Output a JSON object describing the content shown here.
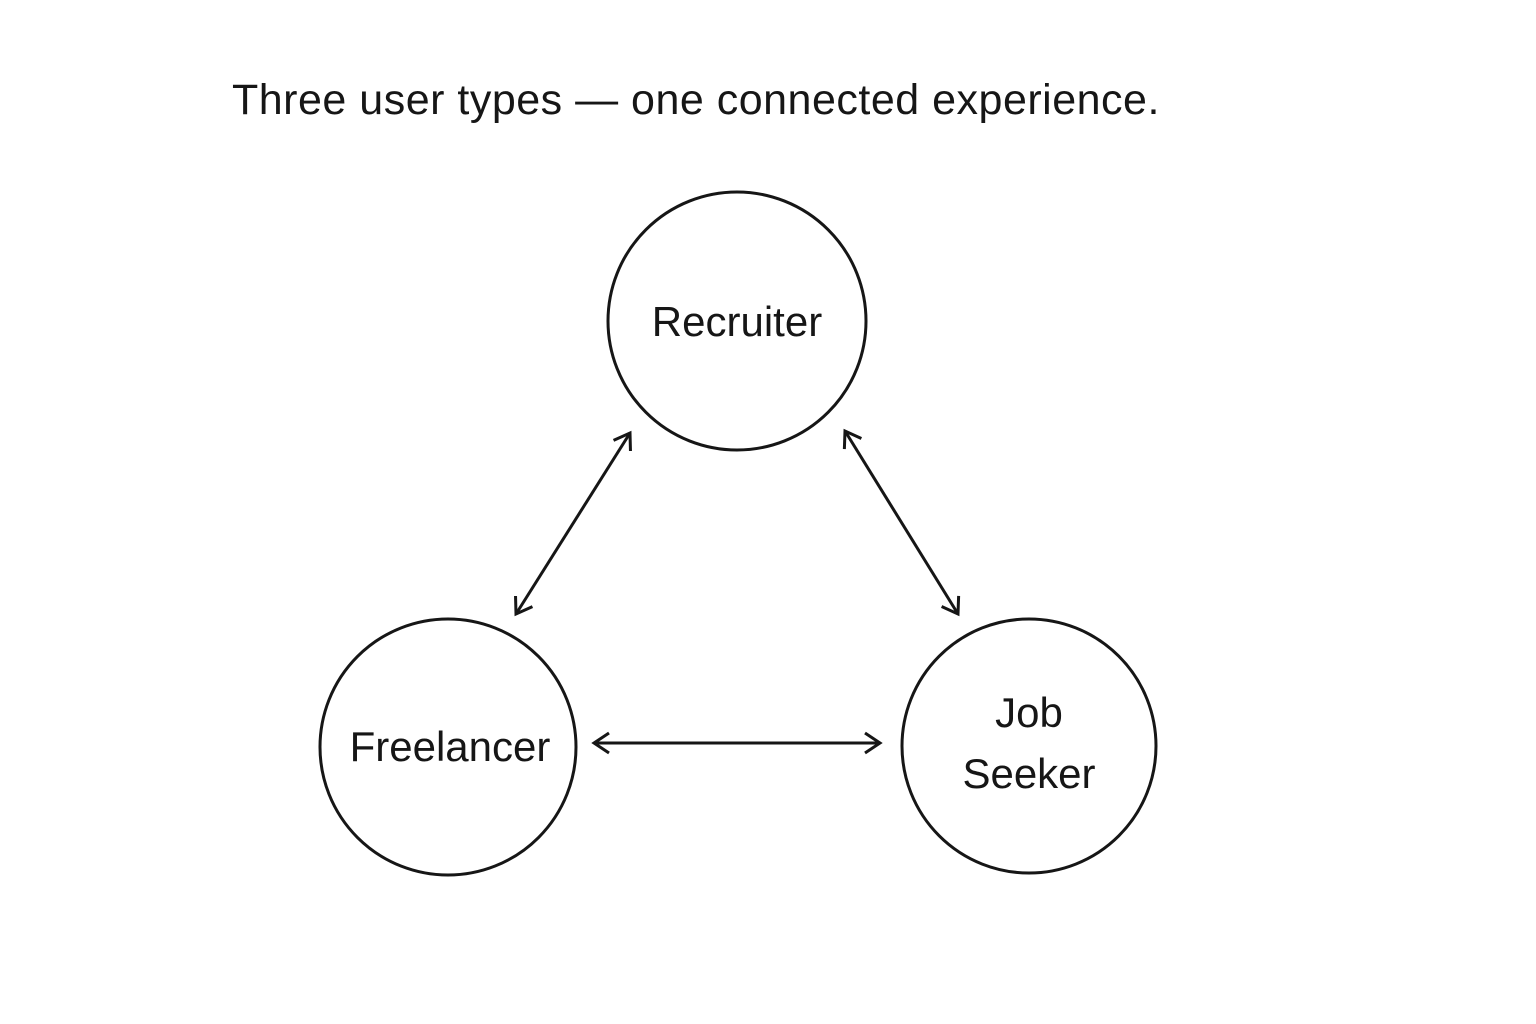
{
  "title": "Three user types — one connected experience.",
  "colors": {
    "background": "#ffffff",
    "stroke": "#161616",
    "text": "#161616"
  },
  "diagram": {
    "nodes": [
      {
        "id": "recruiter",
        "lines": [
          "Recruiter"
        ]
      },
      {
        "id": "freelancer",
        "lines": [
          "Freelancer"
        ]
      },
      {
        "id": "job-seeker",
        "lines": [
          "Job",
          "Seeker"
        ]
      }
    ],
    "edges": [
      {
        "from": "freelancer",
        "to": "recruiter",
        "bidirectional": true
      },
      {
        "from": "recruiter",
        "to": "job-seeker",
        "bidirectional": true
      },
      {
        "from": "freelancer",
        "to": "job-seeker",
        "bidirectional": true
      }
    ]
  }
}
